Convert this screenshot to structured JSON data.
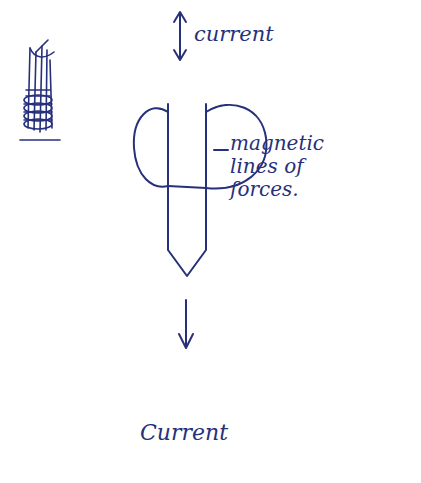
{
  "diagram": {
    "labels": [
      "current",
      "magnetic lines of forces.",
      "Current"
    ]
  }
}
